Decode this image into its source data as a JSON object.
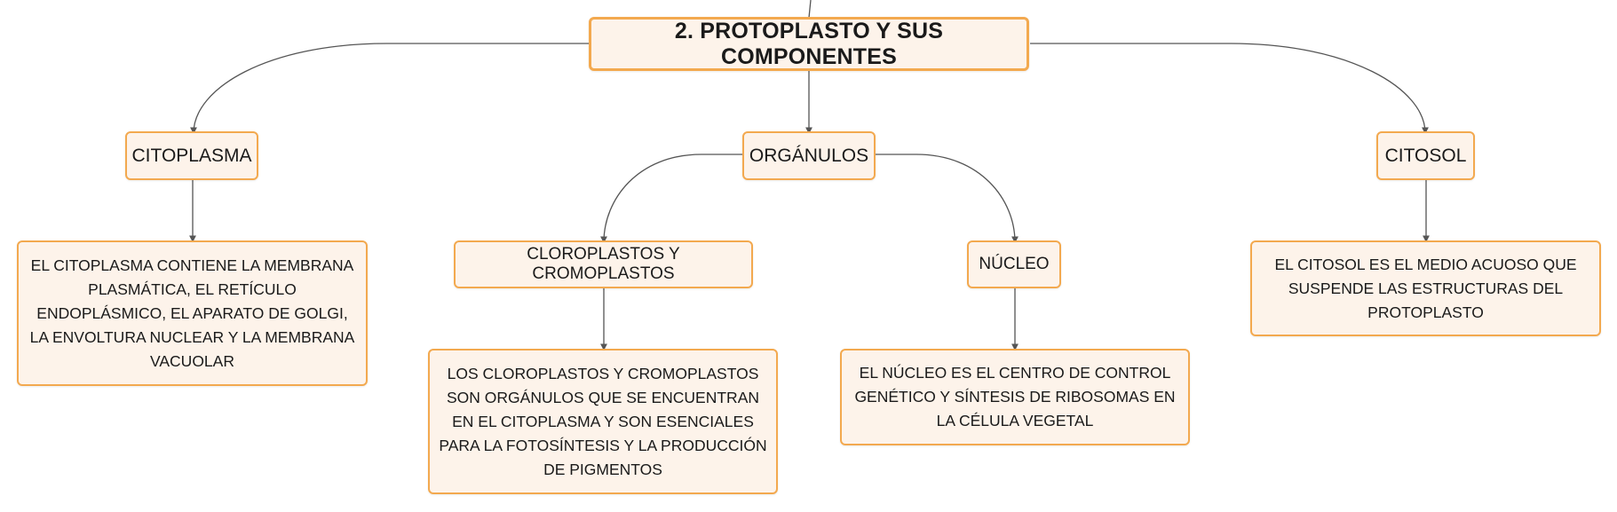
{
  "map": {
    "root": {
      "label": "2. PROTOPLASTO Y SUS COMPONENTES"
    },
    "citoplasma": {
      "label": "CITOPLASMA",
      "detail": "EL CITOPLASMA CONTIENE LA MEMBRANA PLASMÁTICA, EL RETÍCULO ENDOPLÁSMICO, EL APARATO DE GOLGI, LA ENVOLTURA NUCLEAR Y LA MEMBRANA VACUOLAR"
    },
    "organulos": {
      "label": "ORGÁNULOS",
      "cloroplastos": {
        "label": "CLOROPLASTOS Y CROMOPLASTOS",
        "detail": "LOS CLOROPLASTOS Y CROMOPLASTOS SON ORGÁNULOS QUE SE ENCUENTRAN EN EL CITOPLASMA Y SON ESENCIALES PARA LA FOTOSÍNTESIS Y LA PRODUCCIÓN DE PIGMENTOS"
      },
      "nucleo": {
        "label": "NÚCLEO",
        "detail": "EL NÚCLEO ES EL CENTRO DE CONTROL GENÉTICO Y SÍNTESIS DE RIBOSOMAS EN LA CÉLULA VEGETAL"
      }
    },
    "citosol": {
      "label": "CITOSOL",
      "detail": "EL CITOSOL ES EL MEDIO ACUOSO QUE SUSPENDE LAS ESTRUCTURAS DEL PROTOPLASTO"
    }
  },
  "colors": {
    "node_border": "#f3a94f",
    "node_fill": "#fdf3ea",
    "connector": "#555555"
  }
}
